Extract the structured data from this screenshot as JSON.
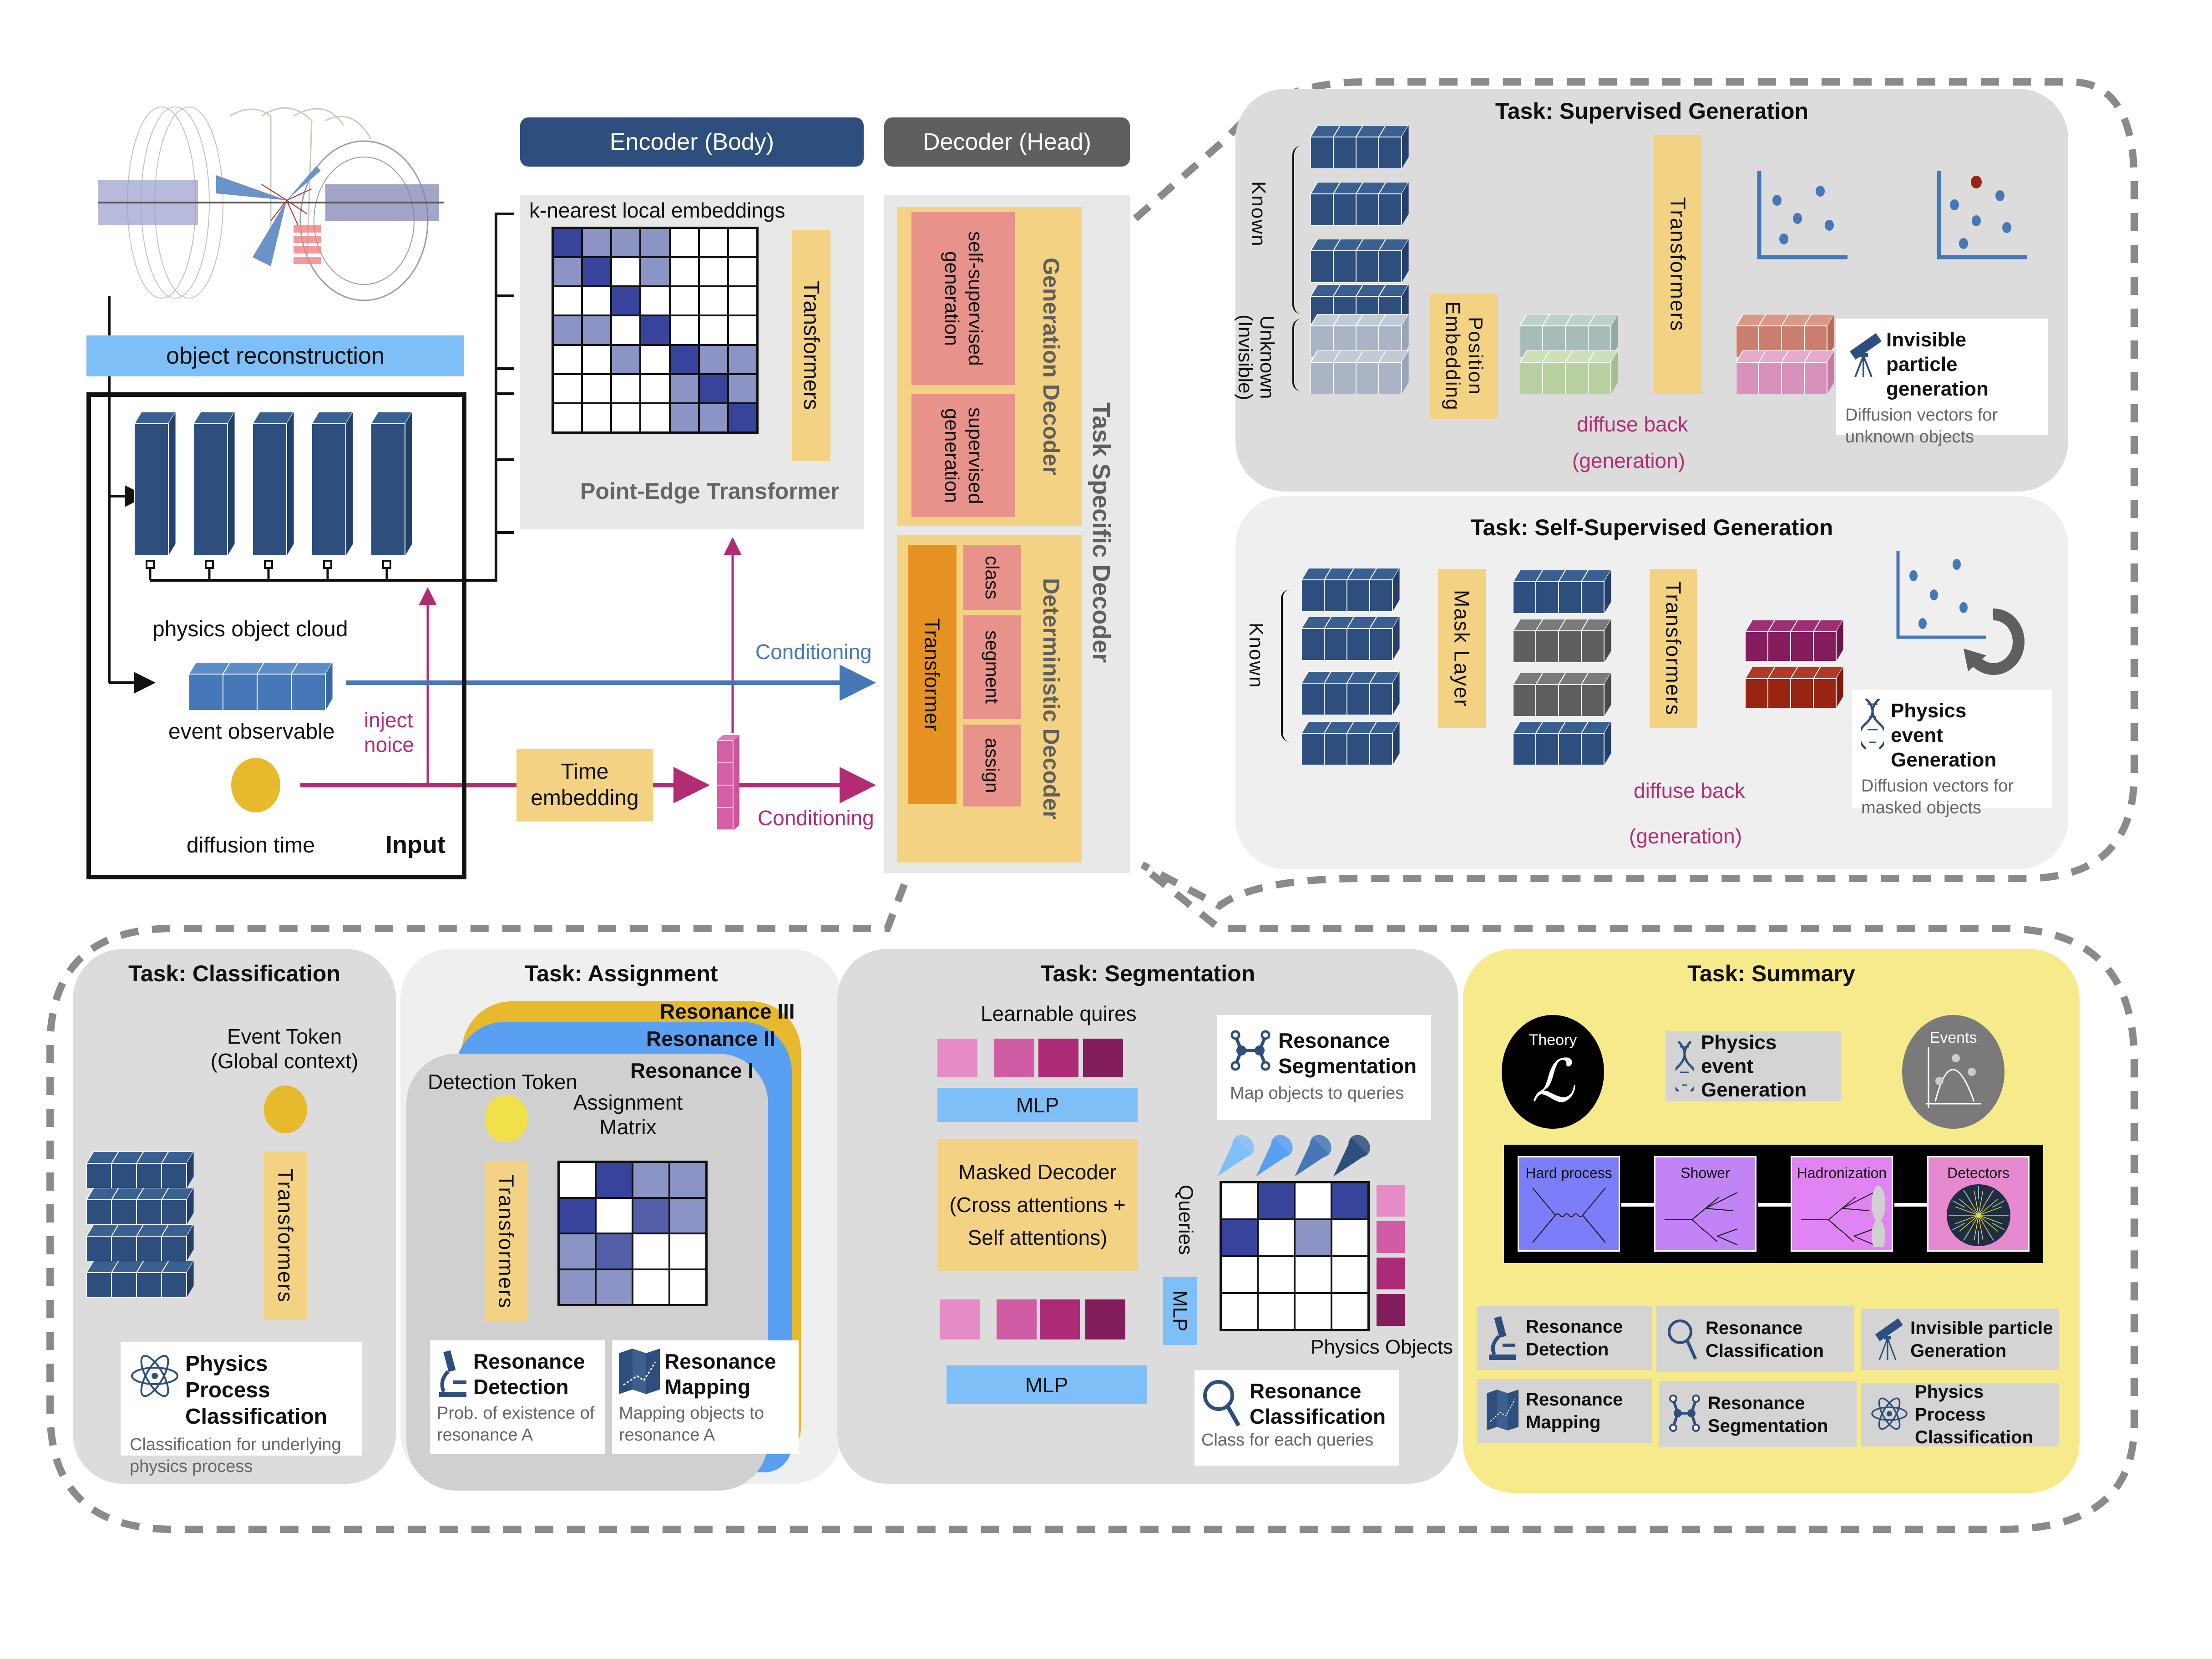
{
  "colors": {
    "encoder_blue": "#2e4f7d",
    "decoder_gray": "#5f5f5f",
    "light_blue": "#7fbff8",
    "yellow_block": "#f3d383",
    "salmon": "#e8928c",
    "orange": "#e59223",
    "magenta": "#b22c74",
    "cond_blue": "#4677b7",
    "summary_yellow": "#f7ea8a",
    "matrix_dark": "#38449c",
    "matrix_light": "#8b94c4",
    "matrix_mid": "#535fa8"
  },
  "top": {
    "object_reconstruction": "object reconstruction",
    "physics_object_cloud": "physics object cloud",
    "event_observable": "event observable",
    "diffusion_time": "diffusion time",
    "input_label": "Input",
    "inject_noise": [
      "inject",
      "noice"
    ],
    "time_embedding": [
      "Time",
      "embedding"
    ],
    "conditioning_blue": "Conditioning",
    "conditioning_magenta": "Conditioning",
    "encoder_header": "Encoder (Body)",
    "decoder_header": "Decoder (Head)",
    "knn_label": "k-nearest local embeddings",
    "knn_matrix": [
      [
        2,
        1,
        1,
        1,
        0,
        0,
        0
      ],
      [
        1,
        2,
        0,
        1,
        0,
        0,
        0
      ],
      [
        0,
        0,
        2,
        0,
        0,
        0,
        0
      ],
      [
        1,
        1,
        0,
        2,
        0,
        0,
        0
      ],
      [
        0,
        0,
        1,
        0,
        2,
        1,
        1
      ],
      [
        0,
        0,
        0,
        0,
        1,
        2,
        1
      ],
      [
        0,
        0,
        0,
        0,
        1,
        1,
        2
      ]
    ],
    "pet_transformers": "Transformers",
    "pet_title": "Point-Edge Transformer",
    "task_specific_decoder": "Task Specific Decoder",
    "generation_decoder": "Generation Decoder",
    "self_supervised_generation": "self-supervised generation",
    "supervised_generation": "supervised generation",
    "deterministic_decoder": "Deterministic Decoder",
    "det_transformer": "Transformer",
    "det_heads": [
      "class",
      "segment",
      "assign"
    ]
  },
  "supervised": {
    "title": "Task: Supervised Generation",
    "known": "Known",
    "unknown": "Unknown (Invisible)",
    "position_embedding": "Position Embedding",
    "transformers": "Transformers",
    "diffuse_back": "diffuse back",
    "generation": "(generation)",
    "card_title": "Invisible particle generation",
    "card_sub": "Diffusion vectors for unknown objects"
  },
  "selfsup": {
    "title": "Task: Self-Supervised Generation",
    "known": "Known",
    "mask_layer": "Mask Layer",
    "transformers": "Transformers",
    "diffuse_back": "diffuse back",
    "generation": "(generation)",
    "card_title": "Physics event Generation",
    "card_sub": "Diffusion vectors for masked objects"
  },
  "classification": {
    "title": "Task: Classification",
    "event_token": [
      "Event Token",
      "(Global context)"
    ],
    "transformers": "Transformers",
    "card_title": "Physics Process Classification",
    "card_sub": "Classification for underlying physics process"
  },
  "assignment": {
    "title": "Task: Assignment",
    "resonances": [
      "Resonance III",
      "Resonance II",
      "Resonance I"
    ],
    "detection_token": "Detection Token",
    "assignment_matrix": [
      "Assignment",
      "Matrix"
    ],
    "transformers": "Transformers",
    "matrix": [
      [
        0,
        2,
        1,
        1
      ],
      [
        2,
        0,
        3,
        1
      ],
      [
        1,
        3,
        0,
        0
      ],
      [
        1,
        1,
        0,
        0
      ]
    ],
    "detection_card_title": "Resonance Detection",
    "detection_card_sub": "Prob. of existence of resonance A",
    "mapping_card_title": "Resonance Mapping",
    "mapping_card_sub": "Mapping objects to resonance A"
  },
  "segmentation": {
    "title": "Task: Segmentation",
    "learnable_queries": "Learnable quires",
    "mlp_top": "MLP",
    "masked_decoder": [
      "Masked Decoder",
      "(Cross attentions +",
      "Self attentions)"
    ],
    "mlp_side": "MLP",
    "mlp_bottom": "MLP",
    "queries_axis": "Queries",
    "objects_axis": "Physics Objects",
    "matrix": [
      [
        0,
        2,
        0,
        2
      ],
      [
        2,
        0,
        1,
        0
      ],
      [
        0,
        0,
        0,
        0
      ],
      [
        0,
        0,
        0,
        0
      ]
    ],
    "query_colors": [
      "#e58cc6",
      "#d05ca3",
      "#ad2b76",
      "#841d5c"
    ],
    "cone_colors": [
      "#7fbff8",
      "#5aa0f2",
      "#4677b7",
      "#2e4f7d"
    ],
    "seg_card_title": "Resonance Segmentation",
    "seg_card_sub": "Map objects to queries",
    "cls_card_title": "Resonance Classification",
    "cls_card_sub": "Class for each queries"
  },
  "summary": {
    "title": "Task: Summary",
    "theory": "Theory",
    "lagrangian": "ℒ",
    "events": "Events",
    "generation_box": "Physics event Generation",
    "pipeline": [
      {
        "label": "Hard process",
        "color": "#7b7ef8"
      },
      {
        "label": "Shower",
        "color": "#c283f6"
      },
      {
        "label": "Hadronization",
        "color": "#e184f3"
      },
      {
        "label": "Detectors",
        "color": "#e58ad0"
      }
    ],
    "tasks": [
      {
        "label": "Resonance Detection",
        "icon": "microscope"
      },
      {
        "label": "Resonance Classification",
        "icon": "magnifier"
      },
      {
        "label": "Invisible particle Generation",
        "icon": "telescope"
      },
      {
        "label": "Resonance Mapping",
        "icon": "map"
      },
      {
        "label": "Resonance Segmentation",
        "icon": "network"
      },
      {
        "label": "Physics Process Classification",
        "icon": "atom"
      }
    ]
  }
}
